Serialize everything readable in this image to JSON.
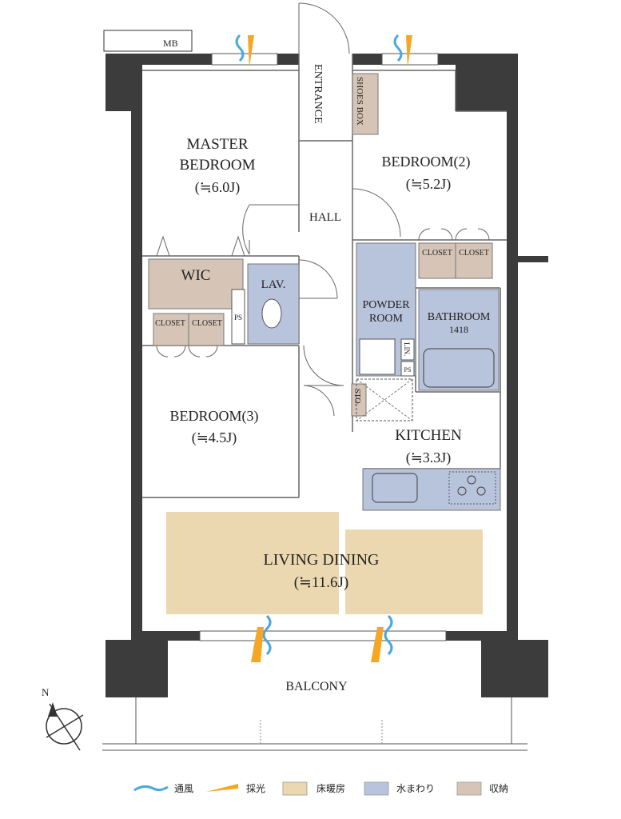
{
  "rooms": {
    "master": {
      "name1": "MASTER",
      "name2": "BEDROOM",
      "size": "(≒6.0J)"
    },
    "bedroom2": {
      "name": "BEDROOM(2)",
      "size": "(≒5.2J)"
    },
    "bedroom3": {
      "name": "BEDROOM(3)",
      "size": "(≒4.5J)"
    },
    "kitchen": {
      "name": "KITCHEN",
      "size": "(≒3.3J)"
    },
    "living": {
      "name": "LIVING DINING",
      "size": "(≒11.6J)"
    },
    "hall": "HALL",
    "entrance": "ENTRANCE",
    "shoes": "SHOES BOX",
    "wic": "WIC",
    "lav": "LAV.",
    "powder1": "POWDER",
    "powder2": "ROOM",
    "bath1": "BATHROOM",
    "bath2": "1418",
    "closet": "CLOSET",
    "ps": "PS",
    "lin": "LIN.",
    "sto": "STO.",
    "balcony": "BALCONY",
    "mb": "MB",
    "compass": "N"
  },
  "legend": [
    {
      "label": "通風",
      "color": "#4aa8dc",
      "kind": "wind-icon"
    },
    {
      "label": "採光",
      "color": "#f5a623",
      "kind": "light-icon"
    },
    {
      "label": "床暖房",
      "color": "#ecd8b0",
      "kind": "floor-heating-swatch"
    },
    {
      "label": "水まわり",
      "color": "#b8c3dc",
      "kind": "water-area-swatch"
    },
    {
      "label": "収納",
      "color": "#d6c5b6",
      "kind": "storage-swatch"
    }
  ],
  "colors": {
    "wall": "#3c3c3c",
    "floor_heating": "#ecd8b0",
    "water": "#b8c3dc",
    "storage": "#d6c5b6",
    "wind": "#4aa8dc",
    "light": "#f5a623"
  }
}
